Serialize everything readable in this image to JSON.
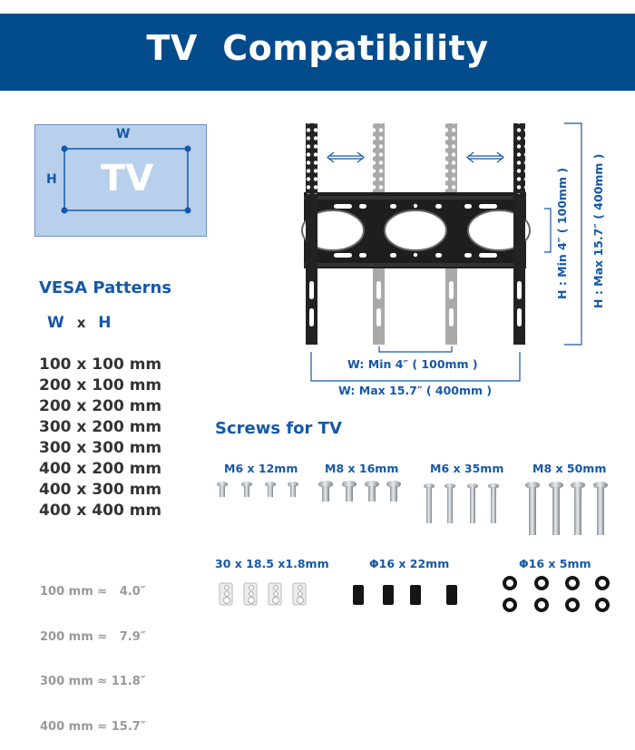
{
  "header": {
    "title": "TV  Compatibility",
    "bg_color": "#034C8C"
  },
  "tv_diagram": {
    "label": "TV",
    "width_label": "W",
    "height_label": "H"
  },
  "vesa": {
    "title": "VESA Patterns",
    "axis": {
      "w": "W",
      "x": "x",
      "h": "H"
    },
    "patterns": [
      "100 x 100 mm",
      "200 x 100 mm",
      "200 x 200 mm",
      "300 x 200 mm",
      "300 x 300 mm",
      "400 x 200 mm",
      "400 x 300 mm",
      "400 x 400 mm"
    ],
    "conversions": [
      "100 mm ≈   4.0″",
      "200 mm ≈   7.9″",
      "300 mm ≈ 11.8″",
      "400 mm ≈ 15.7″"
    ]
  },
  "mount": {
    "w_min": "W:  Min  4″  ( 100mm )",
    "w_max": "W:  Max  15.7″  ( 400mm )",
    "h_min": "H : Min  4″  ( 100mm )",
    "h_max": "H : Max  15.7″  ( 400mm )"
  },
  "screws": {
    "title": "Screws for TV",
    "items": [
      {
        "label": "M6 x 12mm",
        "count": 4,
        "kind": "screw-short"
      },
      {
        "label": "M8 x 16mm",
        "count": 4,
        "kind": "screw-short-wide"
      },
      {
        "label": "M6 x 35mm",
        "count": 4,
        "kind": "screw-long"
      },
      {
        "label": "M8 x 50mm",
        "count": 4,
        "kind": "screw-xlong"
      },
      {
        "label": "30 x 18.5 x1.8mm",
        "count": 4,
        "kind": "plate"
      },
      {
        "label": "Φ16 x 22mm",
        "count": 4,
        "kind": "spacer"
      },
      {
        "label": "Φ16 x 5mm",
        "count": 8,
        "kind": "washer"
      }
    ]
  }
}
